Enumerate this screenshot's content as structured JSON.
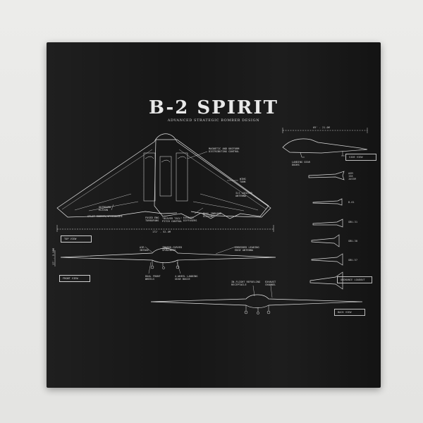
{
  "poster": {
    "title": "B-2 SPIRIT",
    "subtitle": "ADVANCED STRATEGIC BOMBER DESIGN"
  },
  "views": {
    "top": "TOP VIEW",
    "side": "SIDE VIEW",
    "front": "FRONT VIEW",
    "back": "BACK VIEW",
    "ordnance": "ORDNANCE LOADOUT"
  },
  "dimensions": {
    "wingspan": "172' - 52.4M",
    "length": "69' - 21.0M",
    "height": "17' - 5.18M"
  },
  "annotations": {
    "magnetic": "MAGNETIC AND UNIFORM\nDISTRIBUTING CONTROL",
    "wing_tank": "WING\nTANK",
    "outboard": "OUTBOARD\nELEVON",
    "split_rudder": "SPLIT RUDDER/SPEEDBRAKE",
    "fused_engine": "FUSED ENG\nTURBOFANS",
    "beaver_tail": "\"BEAVER TAIL\"\nPITCH CONTROL",
    "exhaust": "EXHAUST\nDIFFUSERS",
    "dual_inboard": "DUAL INBOARD\nELEVONS",
    "ils_antenna": "ILS LOCATED\nANTENNA",
    "landing_gear": "LANDING GEAR\nDOORS",
    "air_intake": "AIR\nINTAKE",
    "inward_curved": "INWARD-CURVED\nSPACEWEED",
    "embedded_leading": "EMBEDDED LEADING\nEDGE ANTENNA",
    "dual_front": "DUAL FRONT\nWHEELS",
    "four_wheel": "4-WHEEL LANDING\nGEAR BOGIE",
    "in_flight": "IN-FLIGHT REFUELING\nRECEPTACLE",
    "exhaust_channel": "EXHAUST\nCHANNEL",
    "agm": "AGM\n158\nJASSM",
    "b61": "B-61",
    "gbu31": "GBU-31",
    "gbu38": "GBU-38",
    "gbu57": "GBU-57"
  },
  "colors": {
    "fabric": "#161616",
    "line": "#e6e6e6",
    "wall": "#e9e9e7"
  }
}
